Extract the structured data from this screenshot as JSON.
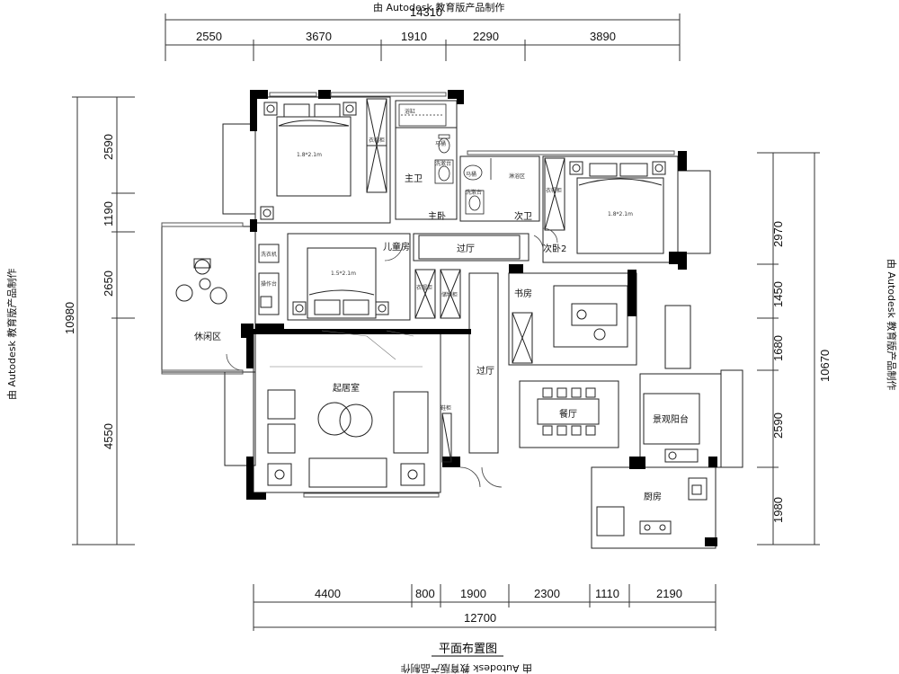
{
  "watermark": "由 Autodesk 教育版产品制作",
  "title": "平面布置图",
  "dimensions": {
    "top_total": "14310",
    "top": [
      "2550",
      "3670",
      "1910",
      "2290",
      "3890"
    ],
    "bottom": [
      "4400",
      "800",
      "1900",
      "2300",
      "1110",
      "2190"
    ],
    "bottom_total": "12700",
    "left": [
      "2590",
      "1190",
      "2650",
      "4550"
    ],
    "left_total": "10980",
    "right": [
      "2970",
      "1450",
      "1680",
      "2590",
      "1980"
    ],
    "right_total": "10670"
  },
  "rooms": {
    "master_bedroom": "主卧",
    "master_bath": "主卫",
    "second_bath": "次卫",
    "second_bedroom": "次卧2",
    "kids_room": "儿童房",
    "hallway_top": "过厅",
    "hallway_mid": "过厅",
    "study": "书房",
    "leisure": "休闲区",
    "living": "起居室",
    "dining": "餐厅",
    "balcony": "景观阳台",
    "kitchen": "厨房"
  },
  "fixtures": {
    "bed_master": "1.8*2.1m",
    "bed_second": "1.8*2.1m",
    "bed_kids": "1.5*2.1m",
    "wardrobe": "衣帽柜",
    "wardrobe2": "衣帽柜",
    "wardrobe3": "衣帽柜",
    "storage": "储物柜",
    "bathtub": "浴缸",
    "bath_area": "淋浴区",
    "bath_area2": "淋浴区",
    "toilet": "马桶",
    "basin": "洗漱台",
    "basin2": "洗漱台",
    "washer": "洗衣机",
    "worktop": "操作台",
    "shoe_cabinet": "鞋柜",
    "stove": "灶台",
    "sink": "洗衣机"
  }
}
